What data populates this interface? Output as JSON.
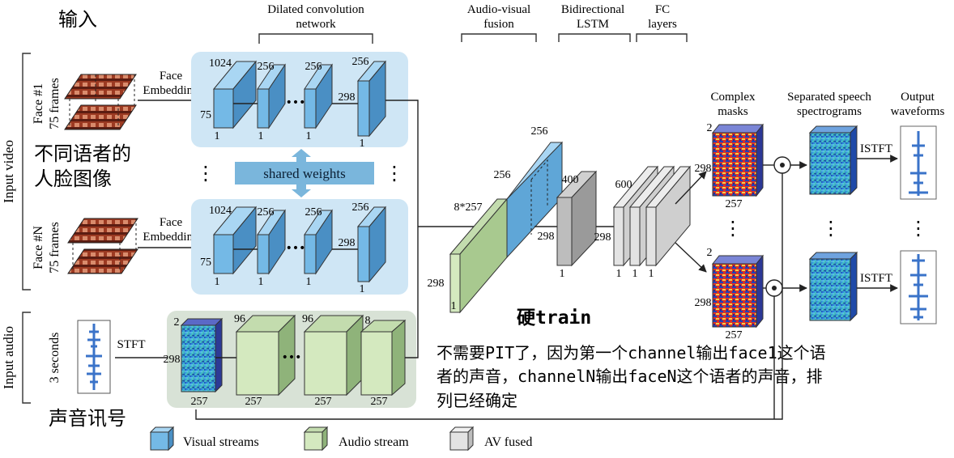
{
  "annotations": {
    "input_cn": "输入",
    "faces_cn_line1": "不同语者的",
    "faces_cn_line2": "人脸图像",
    "audio_cn": "声音讯号",
    "hard_train": "硬train",
    "note_line1": "不需要PIT了，因为第一个channel输出face1这个语",
    "note_line2": "者的声音，channelN输出faceN这个语者的声音，排",
    "note_line3": "列已经确定"
  },
  "section_labels": {
    "input_video": "Input video",
    "input_audio": "Input audio"
  },
  "stage_titles": {
    "dilated_line1": "Dilated convolution",
    "dilated_line2": "network",
    "avfusion_line1": "Audio-visual",
    "avfusion_line2": "fusion",
    "bilstm_line1": "Bidirectional",
    "bilstm_line2": "LSTM",
    "fc_line1": "FC",
    "fc_line2": "layers",
    "masks_line1": "Complex",
    "masks_line2": "masks",
    "spec_line1": "Separated speech",
    "spec_line2": "spectrograms",
    "wave_line1": "Output",
    "wave_line2": "waveforms"
  },
  "face_inputs": [
    {
      "label_line1": "Face #1",
      "label_line2": "75 frames",
      "embed_line1": "Face",
      "embed_line2": "Embedding"
    },
    {
      "label_line1": "Face #N",
      "label_line2": "75 frames",
      "embed_line1": "Face",
      "embed_line2": "Embedding"
    }
  ],
  "visual_net": {
    "dims_top": [
      "1024",
      "256",
      "256",
      "256"
    ],
    "dim_left": "75",
    "dim_mid": "298",
    "dims_bottom": [
      "1",
      "1",
      "1",
      "1"
    ],
    "ellipsis": "•••"
  },
  "shared_weights": "shared weights",
  "vertical_ellipsis": "⋮",
  "audio_input": {
    "duration": "3 seconds",
    "stft": "STFT",
    "spec_top": "2",
    "spec_left": "298",
    "spec_bottom": "257",
    "dims_top": [
      "96",
      "96",
      "8"
    ],
    "dims_bottom": [
      "257",
      "257",
      "257"
    ],
    "ellipsis": "•••"
  },
  "fusion": {
    "audio_top": "8*257",
    "audio_left": "298",
    "audio_bottom": "1",
    "visual_top": "256",
    "visual_left": "256",
    "visual_bottom": "298",
    "lstm_top": "400",
    "lstm_right": "298",
    "lstm_bottom": "1",
    "fc_top": "600",
    "fc_bottom": [
      "1",
      "1",
      "1"
    ]
  },
  "masks": {
    "top": "2",
    "left": "298",
    "bottom": "257"
  },
  "istft": "ISTFT",
  "legend": [
    {
      "label": "Visual streams",
      "color": "#74b9e6"
    },
    {
      "label": "Audio stream",
      "color": "#d4e9bf"
    },
    {
      "label": "AV fused",
      "color": "#e3e3e3"
    }
  ],
  "colors": {
    "visual_bg": "#cfe6f5",
    "audio_bg": "#d8e2d6",
    "visual_block": "#74b9e6",
    "audio_block": "#d4e9bf",
    "fused_block": "#e3e3e3",
    "lstm_block": "#bdbdbd"
  }
}
